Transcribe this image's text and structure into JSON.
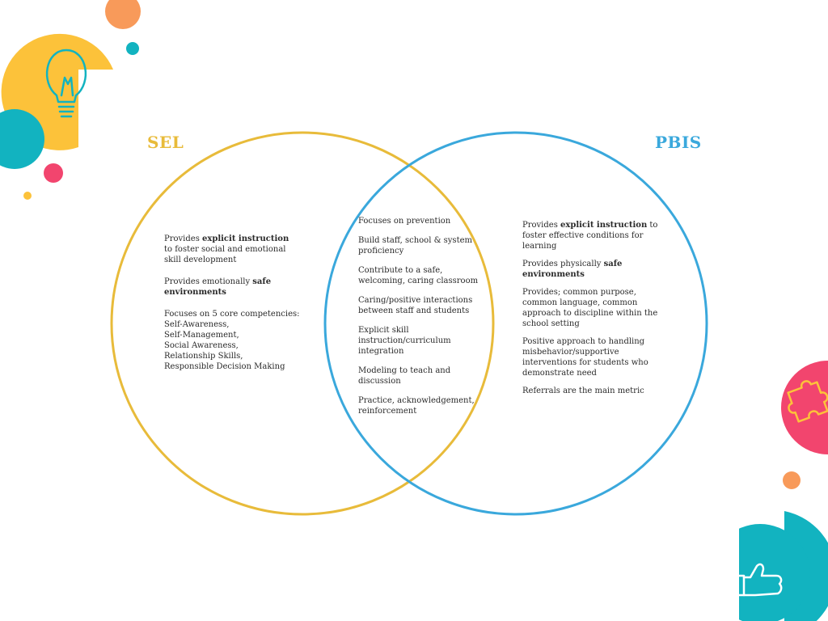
{
  "colors": {
    "sel": "#e8bb3a",
    "pbis": "#3aa8dc",
    "yellow": "#fcc23a",
    "teal": "#12b3c0",
    "orange": "#f89a5a",
    "pink": "#f2456e"
  },
  "icons": {
    "top_left": "lightbulb-icon",
    "right": "puzzle-icon",
    "bottom_right": "thumbs-up-icon"
  },
  "titles": {
    "sel": "SEL",
    "pbis": "PBIS"
  },
  "sel_items": [
    {
      "lines": [
        [
          {
            "t": "Provides "
          },
          {
            "t": "explicit instruction",
            "b": true
          }
        ],
        [
          {
            "t": "to foster social and emotional"
          }
        ],
        [
          {
            "t": "skill development"
          }
        ]
      ]
    },
    {
      "lines": [
        [
          {
            "t": "Provides emotionally "
          },
          {
            "t": "safe",
            "b": true
          }
        ],
        [
          {
            "t": "environments",
            "b": true
          }
        ]
      ]
    },
    {
      "lines": [
        [
          {
            "t": "Focuses on 5 core competencies:"
          }
        ],
        [
          {
            "t": "Self-Awareness,"
          }
        ],
        [
          {
            "t": "Self-Management,"
          }
        ],
        [
          {
            "t": "Social Awareness,"
          }
        ],
        [
          {
            "t": "Relationship Skills,"
          }
        ],
        [
          {
            "t": "Responsible Decision Making"
          }
        ]
      ]
    }
  ],
  "shared_items": [
    {
      "lines": [
        [
          {
            "t": "Focuses on prevention"
          }
        ]
      ]
    },
    {
      "lines": [
        [
          {
            "t": "Build staff, school & system"
          }
        ],
        [
          {
            "t": "proficiency"
          }
        ]
      ]
    },
    {
      "lines": [
        [
          {
            "t": "Contribute to a safe,"
          }
        ],
        [
          {
            "t": "welcoming, caring classroom"
          }
        ]
      ]
    },
    {
      "lines": [
        [
          {
            "t": "Caring/positive interactions"
          }
        ],
        [
          {
            "t": "between staff and students"
          }
        ]
      ]
    },
    {
      "lines": [
        [
          {
            "t": "Explicit skill"
          }
        ],
        [
          {
            "t": "instruction/curriculum"
          }
        ],
        [
          {
            "t": "integration"
          }
        ]
      ]
    },
    {
      "lines": [
        [
          {
            "t": "Modeling to teach and"
          }
        ],
        [
          {
            "t": "discussion"
          }
        ]
      ]
    },
    {
      "lines": [
        [
          {
            "t": "Practice, acknowledgement,"
          }
        ],
        [
          {
            "t": "reinforcement"
          }
        ]
      ]
    }
  ],
  "pbis_items": [
    {
      "lines": [
        [
          {
            "t": "Provides "
          },
          {
            "t": "explicit instruction",
            "b": true
          },
          {
            "t": " to"
          }
        ],
        [
          {
            "t": "foster effective conditions for"
          }
        ],
        [
          {
            "t": "learning"
          }
        ]
      ]
    },
    {
      "lines": [
        [
          {
            "t": "Provides physically "
          },
          {
            "t": "safe",
            "b": true
          }
        ],
        [
          {
            "t": "environments",
            "b": true
          }
        ]
      ]
    },
    {
      "lines": [
        [
          {
            "t": "Provides; common purpose,"
          }
        ],
        [
          {
            "t": "common language, common"
          }
        ],
        [
          {
            "t": "approach to discipline within the"
          }
        ],
        [
          {
            "t": "school setting"
          }
        ]
      ]
    },
    {
      "lines": [
        [
          {
            "t": "Positive approach to handling"
          }
        ],
        [
          {
            "t": "misbehavior/supportive"
          }
        ],
        [
          {
            "t": "interventions for students who"
          }
        ],
        [
          {
            "t": "demonstrate need"
          }
        ]
      ]
    },
    {
      "lines": [
        [
          {
            "t": "Referrals are the main metric"
          }
        ]
      ]
    }
  ]
}
